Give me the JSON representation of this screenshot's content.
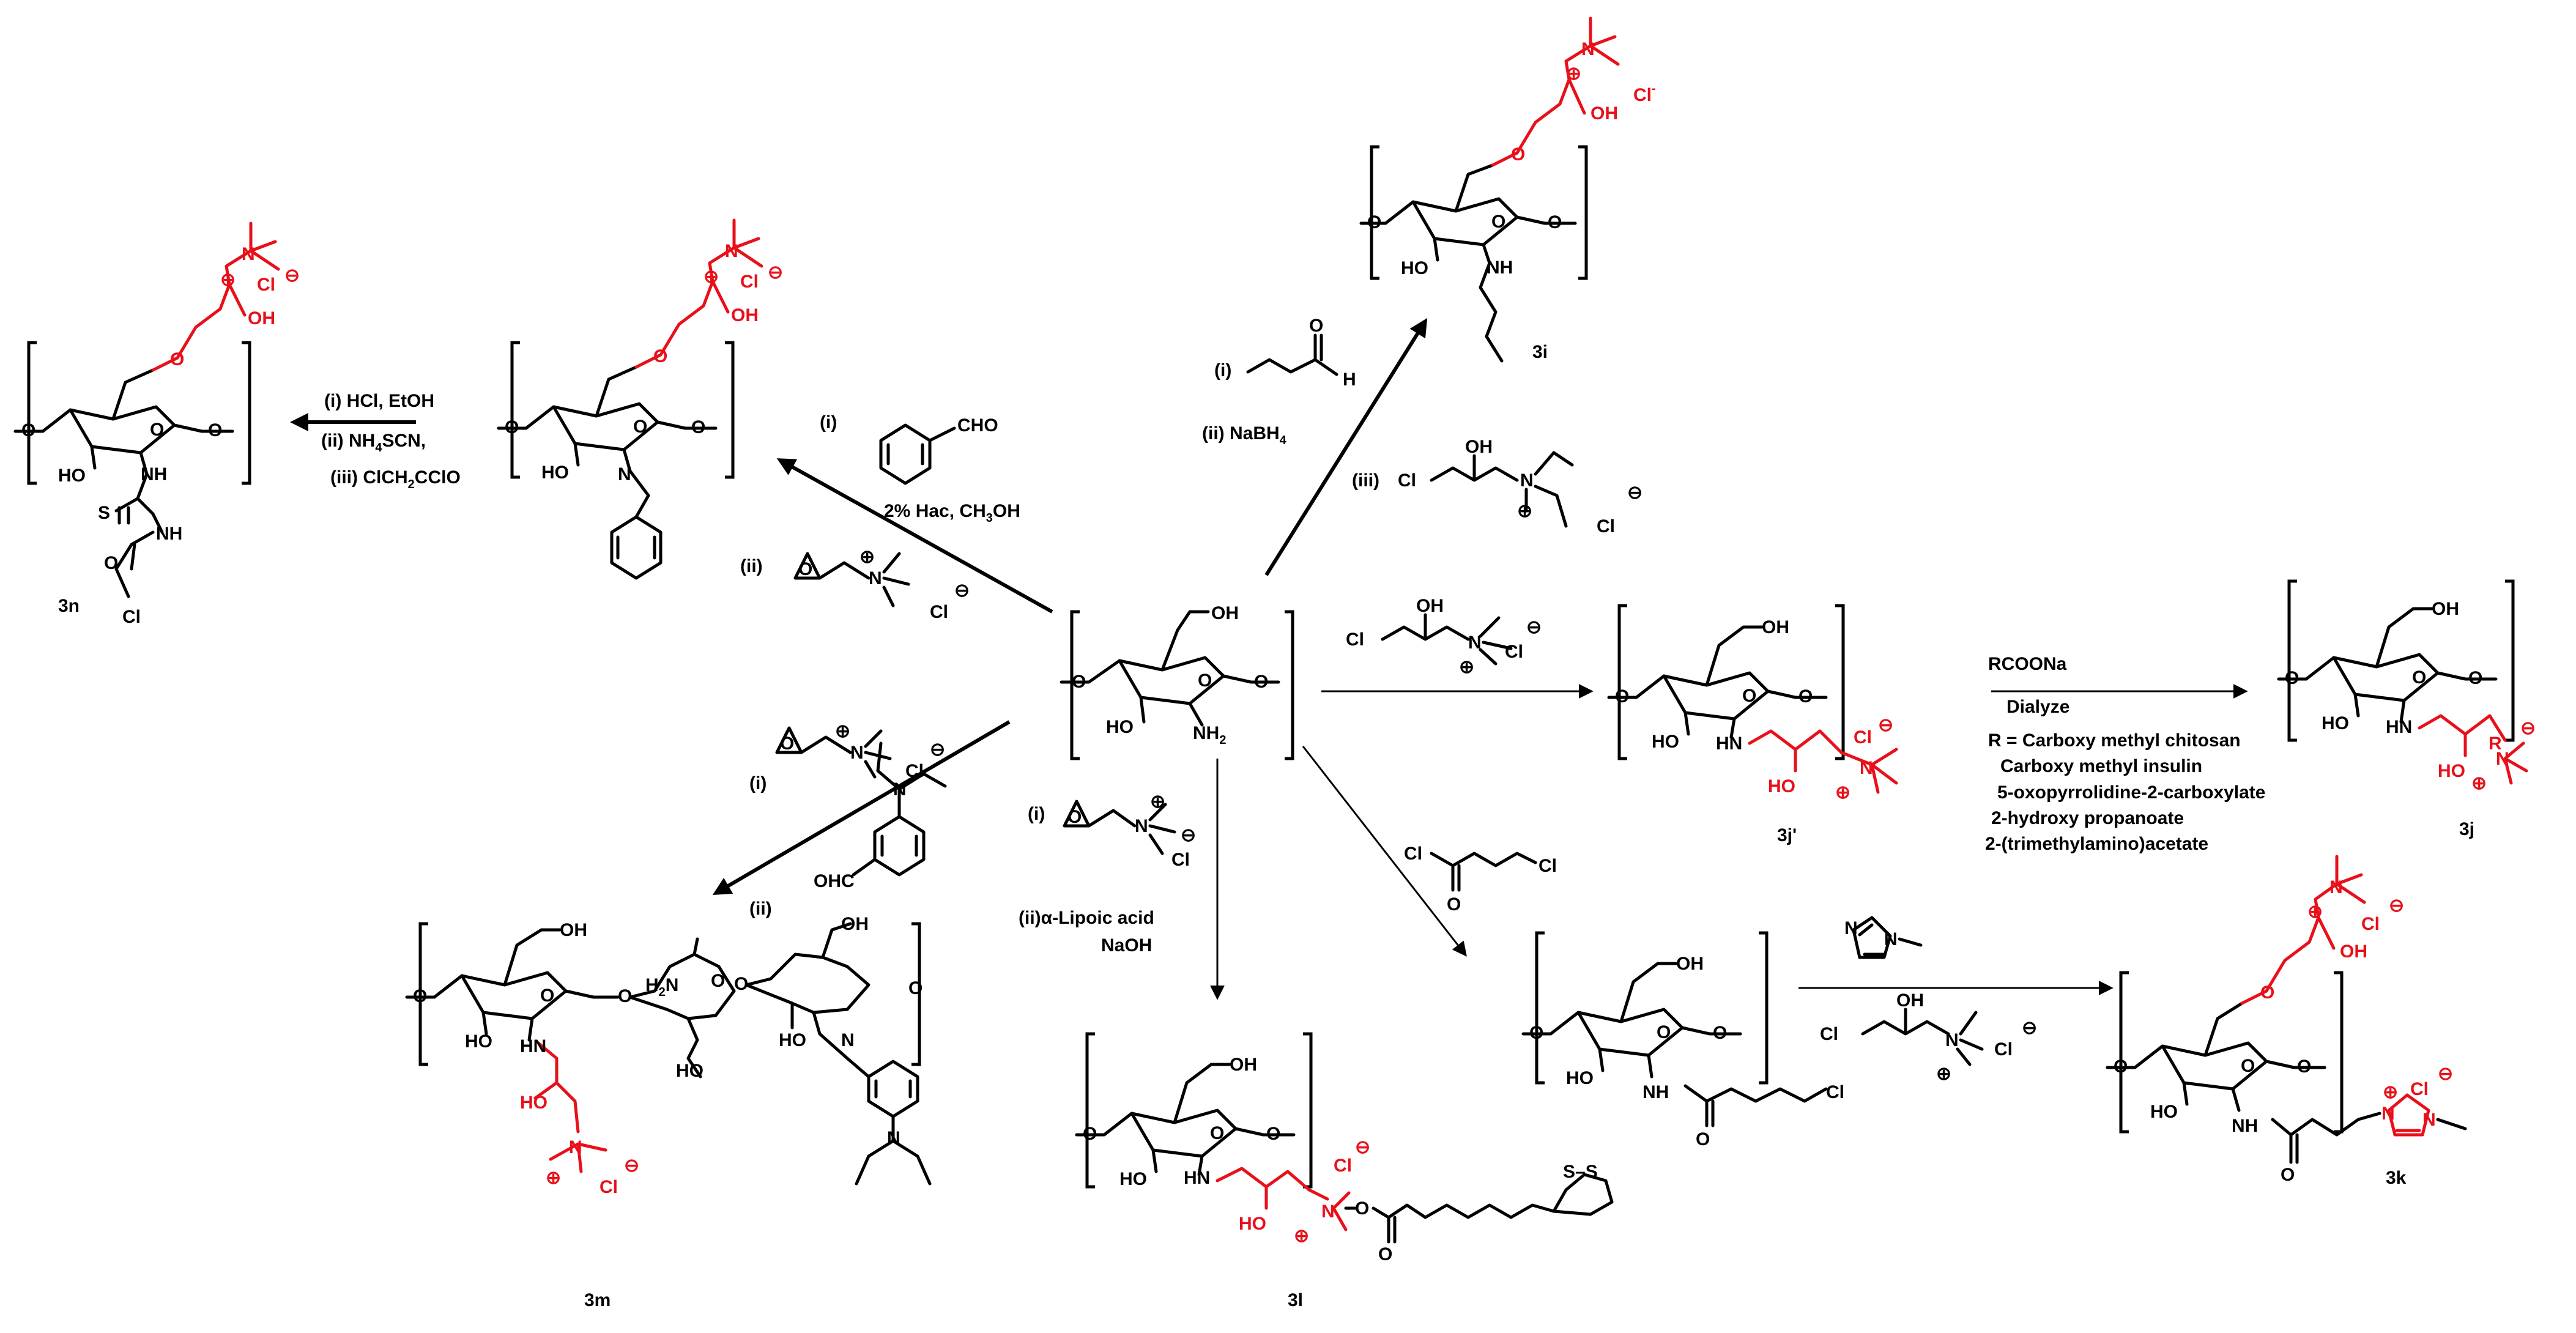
{
  "compounds": {
    "c3i": "3i",
    "c3j_prime": "3j'",
    "c3j": "3j",
    "c3k": "3k",
    "c3l": "3l",
    "c3m": "3m",
    "c3n": "3n"
  },
  "reagents_3i": {
    "step1": "(i)",
    "step2": "(ii)  NaBH",
    "step2_sub": "4",
    "step3": "(iii)",
    "aldehyde_h": "H",
    "aldehyde_o": "O"
  },
  "reagents_benzal": {
    "step1": "(i)",
    "cho": "CHO",
    "solvent": "2% Hac, CH",
    "solvent_sub": "3",
    "solvent_tail": "OH",
    "step2": "(ii)"
  },
  "reagents_3n": {
    "step1": "(i) HCl, EtOH",
    "step2": "(ii) NH",
    "step2_sub": "4",
    "step2_tail": "SCN,",
    "step3": "(iii) ClCH",
    "step3_sub": "2",
    "step3_tail": "CClO"
  },
  "reagents_3j": {
    "line1": "RCOONa",
    "line2": "Dialyze",
    "r_def": "R = Carboxy methyl chitosan",
    "r1": "Carboxy methyl insulin",
    "r2": "5-oxopyrrolidine-2-carboxylate",
    "r3": "2-hydroxy propanoate",
    "r4": "2-(trimethylamino)acetate"
  },
  "reagents_3m": {
    "step1": "(i)",
    "step2": "(ii)",
    "ohc": "OHC"
  },
  "reagents_3l": {
    "step1": "(i)",
    "step2": "(ii)α-Lipoic acid",
    "base": "NaOH"
  },
  "atoms": {
    "oh": "OH",
    "ho": "HO",
    "o": "O",
    "nh": "NH",
    "hn": "HN",
    "n": "N",
    "nh2": "NH",
    "nh2_sub": "2",
    "h2n": "H",
    "h2n_sub": "2",
    "h2n_tail": "N",
    "cl": "Cl",
    "cl_minus": "Cl",
    "cl_minus_sup": "-",
    "s": "S",
    "ss": "S–S",
    "r": "R",
    "plus": "⊕",
    "minus": "⊖"
  }
}
